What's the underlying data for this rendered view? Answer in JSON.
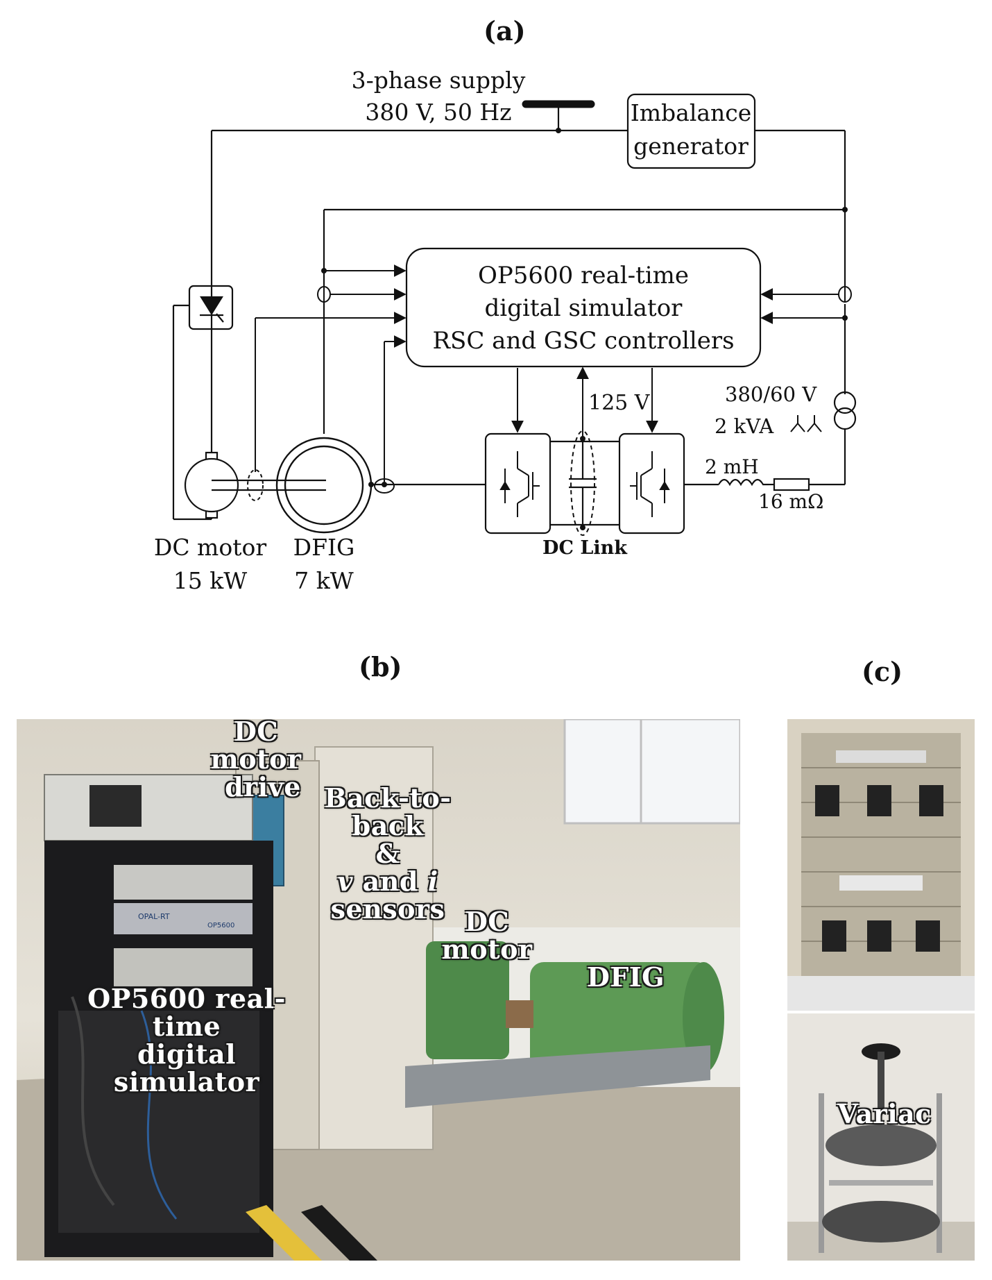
{
  "panels": {
    "a": "(a)",
    "b": "(b)",
    "c": "(c)"
  },
  "diagram": {
    "supply_line1": "3-phase supply",
    "supply_line2": "380 V, 50 Hz",
    "imbalance_line1": "Imbalance",
    "imbalance_line2": "generator",
    "simulator_line1": "OP5600 real-time",
    "simulator_line2": "digital simulator",
    "simulator_line3": "RSC and GSC controllers",
    "dc_voltage": "125 V",
    "transformer_line1": "380/60 V",
    "transformer_line2": "2 kVA",
    "inductor": "2 mH",
    "resistor": "16 mΩ",
    "dc_link": "DC Link",
    "dc_motor_line1": "DC motor",
    "dc_motor_line2": "15 kW",
    "dfig_line1": "DFIG",
    "dfig_line2": "7 kW"
  },
  "photo_b": {
    "dc_motor_drive_line1": "DC motor",
    "dc_motor_drive_line2": "drive",
    "b2b_line1": "Back-to-back",
    "b2b_line2": "&",
    "b2b_v": "v",
    "b2b_and": "and",
    "b2b_i": "i",
    "b2b_sensors": "sensors",
    "dc_motor": "DC motor",
    "dfig": "DFIG",
    "simulator_line1": "OP5600 real-time",
    "simulator_line2": "digital simulator",
    "rack_brand": "OPAL-RT",
    "rack_model": "OP5600"
  },
  "photo_c": {
    "variac": "Variac"
  }
}
